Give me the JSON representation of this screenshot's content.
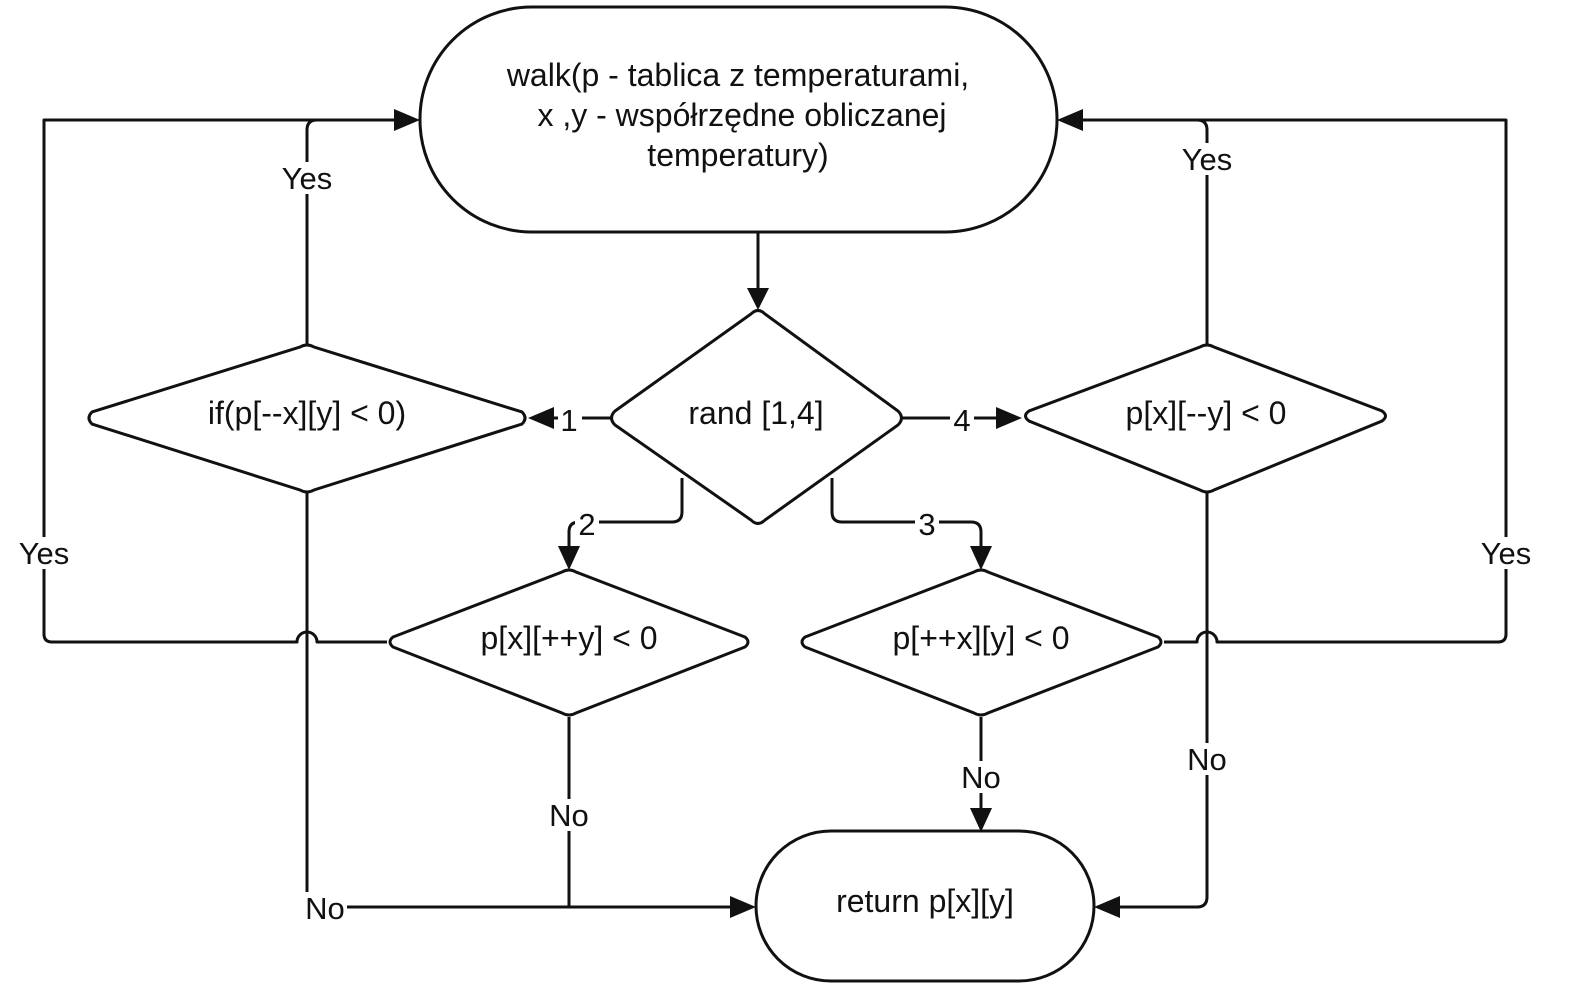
{
  "nodes": {
    "start": {
      "lines": [
        "walk(p - tablica z temperaturami,",
        "x ,y - współrzędne obliczanej",
        "temperatury)"
      ]
    },
    "rand": {
      "label": "rand [1,4]"
    },
    "cond1": {
      "label": "if(p[--x][y] < 0)"
    },
    "cond2": {
      "label": "p[x][++y] < 0"
    },
    "cond3": {
      "label": "p[++x][y] < 0"
    },
    "cond4": {
      "label": "p[x][--y] < 0"
    },
    "end": {
      "label": "return p[x][y]"
    }
  },
  "edge_labels": {
    "branch1": "1",
    "branch2": "2",
    "branch3": "3",
    "branch4": "4",
    "cond1_yes": "Yes",
    "cond1_no": "No",
    "cond2_yes": "Yes",
    "cond2_no": "No",
    "cond3_yes": "Yes",
    "cond3_no": "No",
    "cond4_yes": "Yes",
    "cond4_no": "No"
  }
}
